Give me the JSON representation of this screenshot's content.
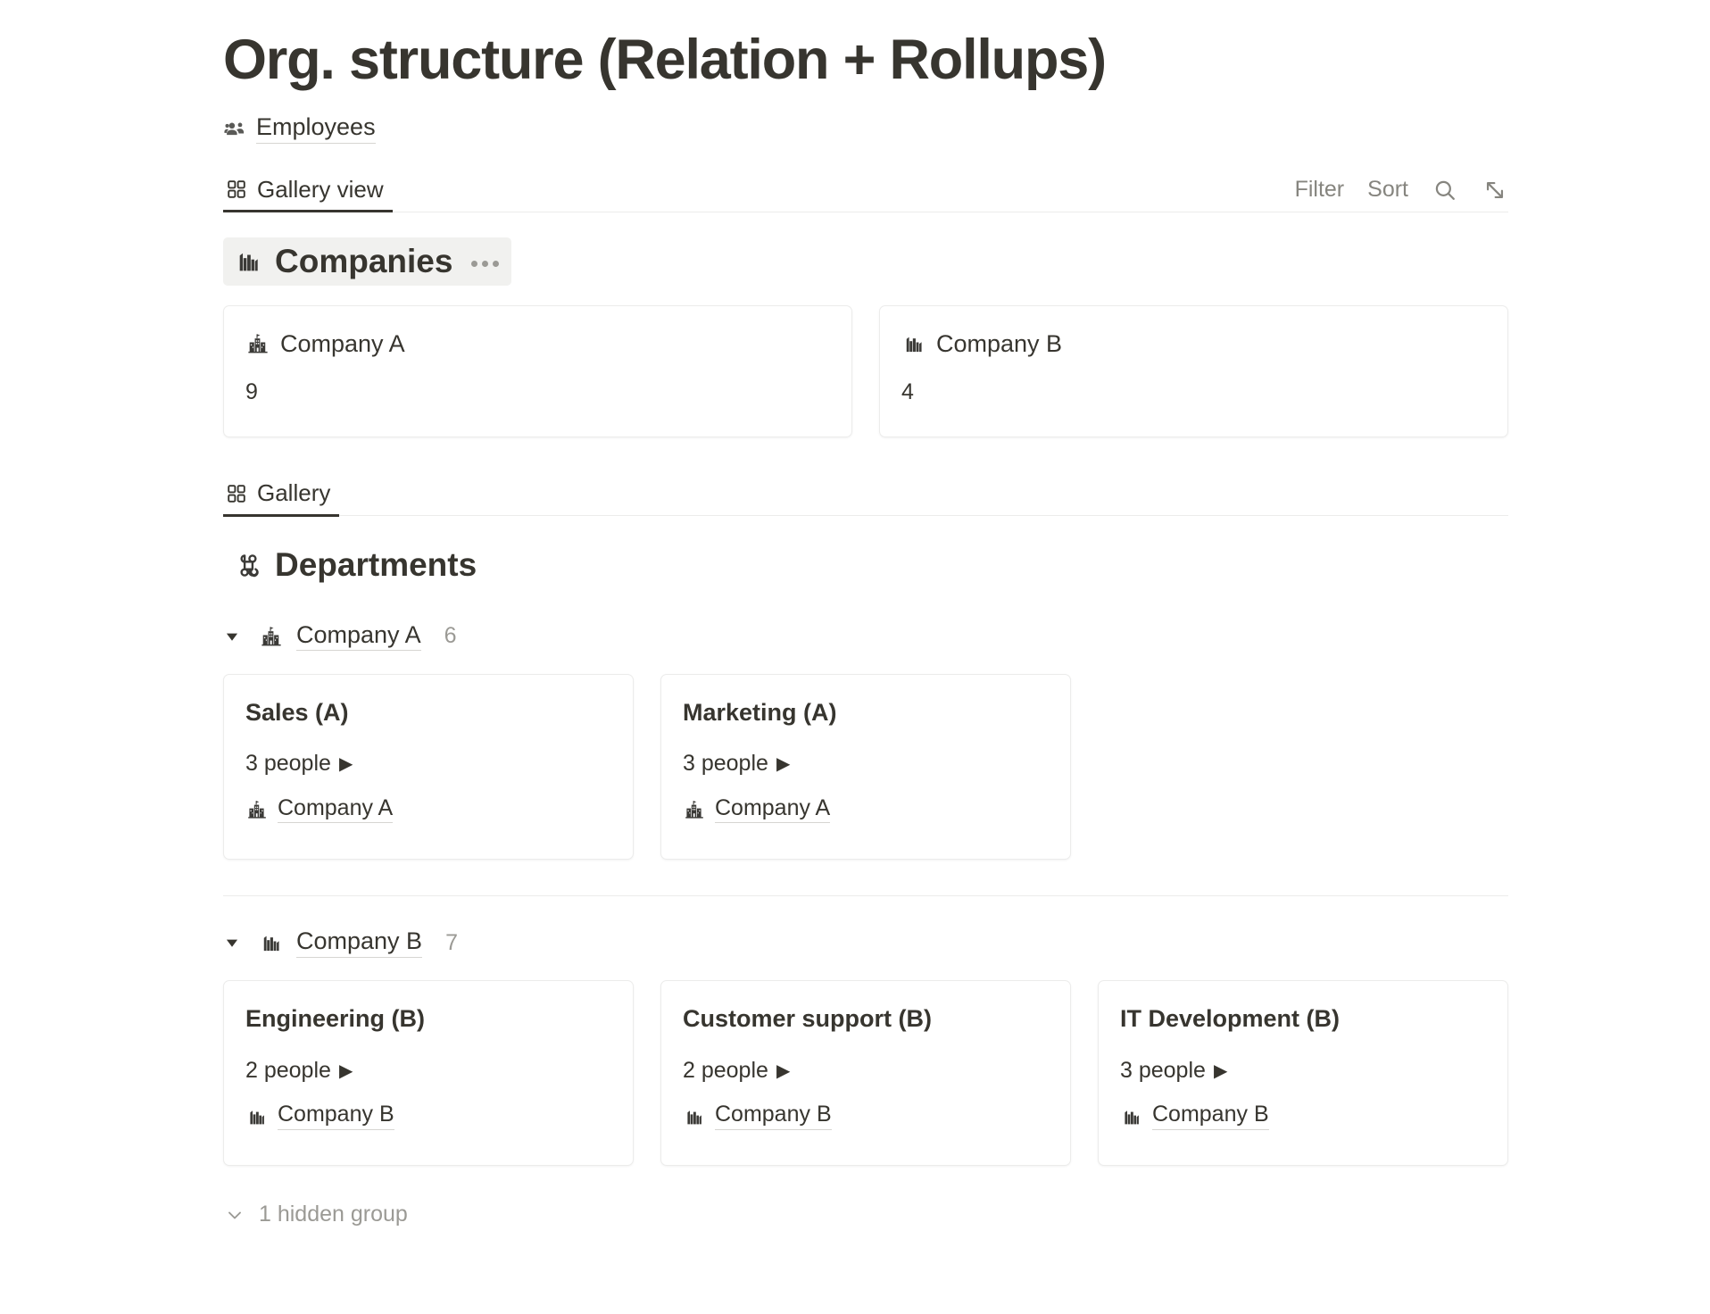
{
  "page": {
    "title": "Org. structure (Relation + Rollups)"
  },
  "breadcrumb": {
    "icon": "people-group-icon",
    "label": "Employees"
  },
  "view_bar_top": {
    "tab": {
      "icon": "gallery-grid-icon",
      "label": "Gallery view"
    },
    "actions": {
      "filter_label": "Filter",
      "sort_label": "Sort",
      "search_icon": "search-icon",
      "expand_icon": "expand-diagonal-icon"
    }
  },
  "companies_db": {
    "icon": "city-skyline-icon",
    "title": "Companies",
    "menu": "more-options-dots",
    "cards": [
      {
        "icon": "factory-flag-icon",
        "name": "Company A",
        "value": "9"
      },
      {
        "icon": "city-skyline-icon",
        "name": "Company B",
        "value": "4"
      }
    ]
  },
  "view_bar_bottom": {
    "tab": {
      "icon": "gallery-grid-icon",
      "label": "Gallery"
    }
  },
  "departments_db": {
    "icon": "command-clover-icon",
    "title": "Departments",
    "groups": [
      {
        "caret": "caret-down",
        "icon": "factory-flag-icon",
        "label": "Company A",
        "count": "6",
        "cards": [
          {
            "name": "Sales (A)",
            "people": "3 people",
            "people_glyph": "▶",
            "relation_icon": "factory-flag-icon",
            "relation_label": "Company A"
          },
          {
            "name": "Marketing (A)",
            "people": "3 people",
            "people_glyph": "▶",
            "relation_icon": "factory-flag-icon",
            "relation_label": "Company A"
          }
        ]
      },
      {
        "caret": "caret-down",
        "icon": "city-skyline-icon",
        "label": "Company B",
        "count": "7",
        "cards": [
          {
            "name": "Engineering (B)",
            "people": "2 people",
            "people_glyph": "▶",
            "relation_icon": "city-skyline-icon",
            "relation_label": "Company B"
          },
          {
            "name": "Customer support (B)",
            "people": "2 people",
            "people_glyph": "▶",
            "relation_icon": "city-skyline-icon",
            "relation_label": "Company B"
          },
          {
            "name": "IT Development (B)",
            "people": "3 people",
            "people_glyph": "▶",
            "relation_icon": "city-skyline-icon",
            "relation_label": "Company B"
          }
        ]
      }
    ]
  },
  "hidden_group": {
    "chevron_icon": "chevron-down-icon",
    "label": "1 hidden group"
  },
  "colors": {
    "text": "#37352f",
    "muted": "#9b9a95",
    "border": "#ececeb",
    "highlight_bg": "#f1f1ef"
  }
}
